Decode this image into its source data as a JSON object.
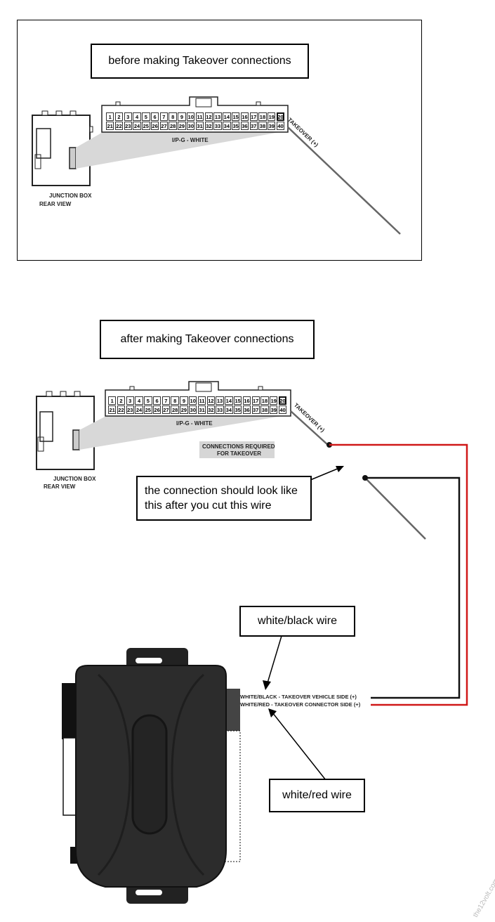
{
  "panel_top": {
    "caption": "before making Takeover connections",
    "connector_label": "I/P-G - WHITE",
    "junction_label_1": "JUNCTION BOX",
    "junction_label_2": "REAR VIEW",
    "takeover_label": "TAKEOVER (+)"
  },
  "panel_bottom": {
    "caption": "after making Takeover connections",
    "connector_label": "I/P-G - WHITE",
    "junction_label_1": "JUNCTION BOX",
    "junction_label_2": "REAR VIEW",
    "takeover_label": "TAKEOVER (+)",
    "required_label_1": "CONNECTIONS REQUIRED",
    "required_label_2": "FOR TAKEOVER",
    "note": "the connection should look like this after you cut this wire"
  },
  "pins_row1": [
    "1",
    "2",
    "3",
    "4",
    "5",
    "6",
    "7",
    "8",
    "9",
    "10",
    "11",
    "12",
    "13",
    "14",
    "15",
    "16",
    "17",
    "18",
    "19",
    "20"
  ],
  "pins_row2": [
    "21",
    "22",
    "23",
    "24",
    "25",
    "26",
    "27",
    "28",
    "29",
    "30",
    "31",
    "32",
    "33",
    "34",
    "35",
    "36",
    "37",
    "38",
    "39",
    "40"
  ],
  "module": {
    "wire_black_label": "WHITE/BLACK - TAKEOVER VEHICLE SIDE (+)",
    "wire_red_label": "WHITE/RED - TAKEOVER CONNECTOR SIDE (+)",
    "callout_black": "white/black wire",
    "callout_red": "white/red wire"
  },
  "colors": {
    "red_wire": "#d01818",
    "black_wire": "#111111",
    "module_body": "#2c2c2c"
  },
  "watermark": "the12volt.com"
}
